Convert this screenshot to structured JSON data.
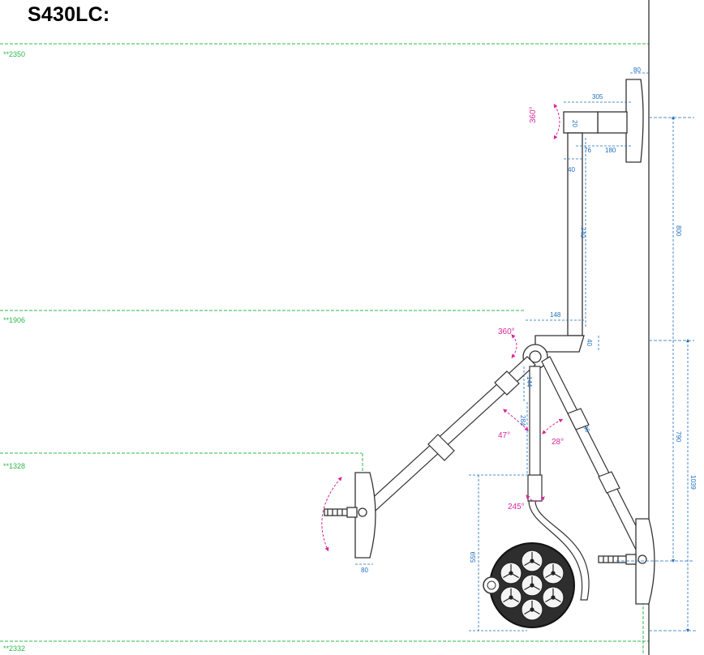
{
  "title": "S430LC:",
  "levels": {
    "top": "**2350",
    "upper": "**1906",
    "middle": "**1328",
    "bottom": "**2332"
  },
  "dimensions": {
    "mount_width": "80",
    "arm_top_length": "305",
    "arm_top_height": "20",
    "tube_offset": "76",
    "mount_depth": "180",
    "tube_width": "40",
    "tube_length": "740",
    "elbow_length": "148",
    "elbow_height": "40",
    "pivot_size": "144",
    "arm_drop": "284",
    "arm_width": "36",
    "head_width": "80",
    "head_height": "559",
    "ceiling_drop": "800",
    "arm_reach": "790",
    "total_drop": "1039"
  },
  "angles": {
    "top_rotation": "360°",
    "pivot_rotation": "360°",
    "left_swing": "47°",
    "right_swing": "28°",
    "head_tilt": "245°"
  },
  "colors": {
    "level_line": "#2db84b",
    "dimension": "#1f6fbf",
    "angle": "#d6299a",
    "outline": "#333333"
  }
}
